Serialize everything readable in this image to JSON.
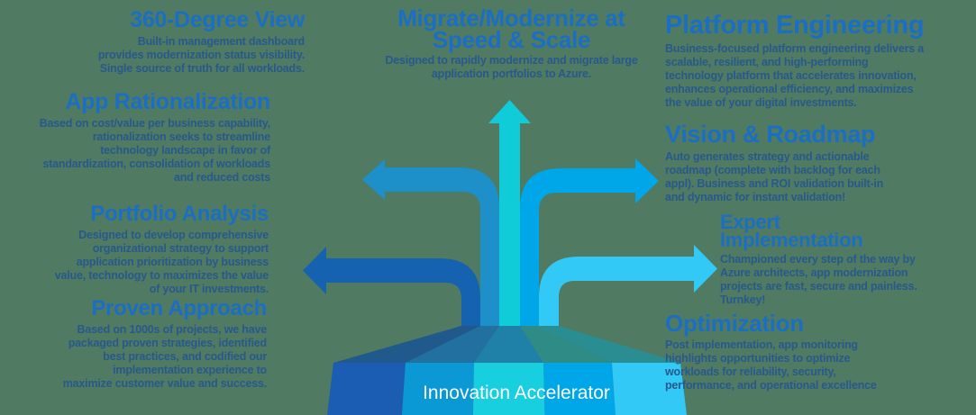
{
  "background_color": "#507a62",
  "heading_color": "#1b6fc2",
  "body_color": "#27598c",
  "left_blocks": [
    {
      "heading": "360-Degree View",
      "body_lines": [
        "Built-in management dashboard",
        "provides modernization status visibility.",
        "Single source of truth for all workloads."
      ]
    },
    {
      "heading": "App Rationalization",
      "body_lines": [
        "Based on cost/value per business capability,",
        "rationalization seeks to streamline",
        "technology landscape in favor of",
        "standardization, consolidation of workloads",
        "and reduced costs"
      ]
    },
    {
      "heading": "Portfolio Analysis",
      "body_lines": [
        "Designed to develop comprehensive",
        "organizational strategy to support",
        "application prioritization by business",
        "value, technology to maximizes the value",
        "of your IT investments."
      ]
    },
    {
      "heading": "Proven Approach",
      "body_lines": [
        "Based on 1000s of projects, we have",
        "packaged proven strategies, identified",
        "best practices, and codified our",
        "implementation experience to",
        "maximize customer value and success."
      ]
    }
  ],
  "center_block": {
    "heading_lines": [
      "Migrate/Modernize at",
      "Speed & Scale"
    ],
    "body_lines": [
      "Designed to rapidly modernize and migrate large",
      "application portfolios to Azure."
    ]
  },
  "right_blocks": [
    {
      "heading": "Platform Engineering",
      "body_lines": [
        "Business-focused platform engineering delivers a",
        "scalable, resilient, and high-performing",
        "technology platform that accelerates innovation,",
        "enhances operational efficiency, and maximizes",
        "the value of your digital investments."
      ]
    },
    {
      "heading": "Vision & Roadmap",
      "body_lines": [
        "Auto generates strategy and actionable",
        "roadmap (complete with backlog for each",
        "appl). Business and ROI validation built-in",
        "and dynamic for instant validation!"
      ]
    },
    {
      "heading_lines": [
        "Expert",
        "Implementation"
      ],
      "body_lines": [
        "Championed every step of the way by",
        "Azure architects, app modernization",
        "projects are fast, secure and painless.",
        "Turnkey!"
      ]
    },
    {
      "heading": "Optimization",
      "body_lines": [
        "Post implementation, app monitoring",
        "highlights opportunities to optimize",
        "workloads for reliability, security,",
        "performance, and operational excellence"
      ]
    }
  ],
  "diagram": {
    "base_label": "Innovation Accelerator",
    "base_label_color": "#ffffff",
    "arrows": [
      {
        "name": "center-up",
        "color": "#10cbd8"
      },
      {
        "name": "upper-left",
        "color": "#1d8fc9"
      },
      {
        "name": "upper-right",
        "color": "#00a7e8"
      },
      {
        "name": "lower-left",
        "color": "#1563b0"
      },
      {
        "name": "lower-right",
        "color": "#33c9f7"
      }
    ],
    "fan_colors": [
      "#205a8c",
      "#21709f",
      "#1f81a8",
      "#2e8b86",
      "#2a8d92"
    ],
    "base_colors": [
      "#1a5db3",
      "#0b99d6",
      "#17cfdf",
      "#00a7e8",
      "#33c9f7"
    ]
  }
}
